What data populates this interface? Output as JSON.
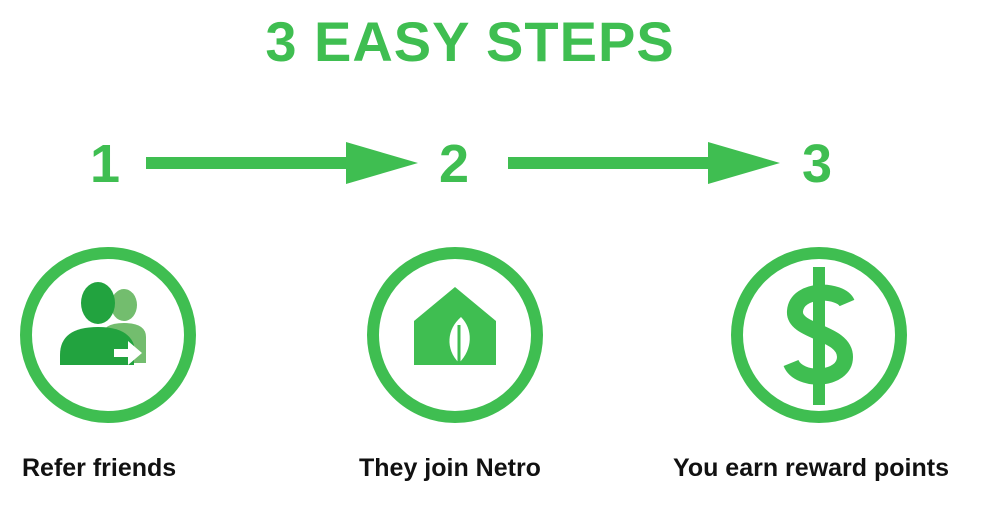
{
  "title": "3 EASY STEPS",
  "colors": {
    "accent": "#3fbe51",
    "icon_dark": "#22a33f",
    "icon_light": "#73bd6e",
    "text": "#111111"
  },
  "steps": [
    {
      "number": "1",
      "label": "Refer friends",
      "icon": "refer-friends-icon"
    },
    {
      "number": "2",
      "label": "They join Netro",
      "icon": "netro-home-icon"
    },
    {
      "number": "3",
      "label": "You earn reward points",
      "icon": "dollar-icon"
    }
  ]
}
